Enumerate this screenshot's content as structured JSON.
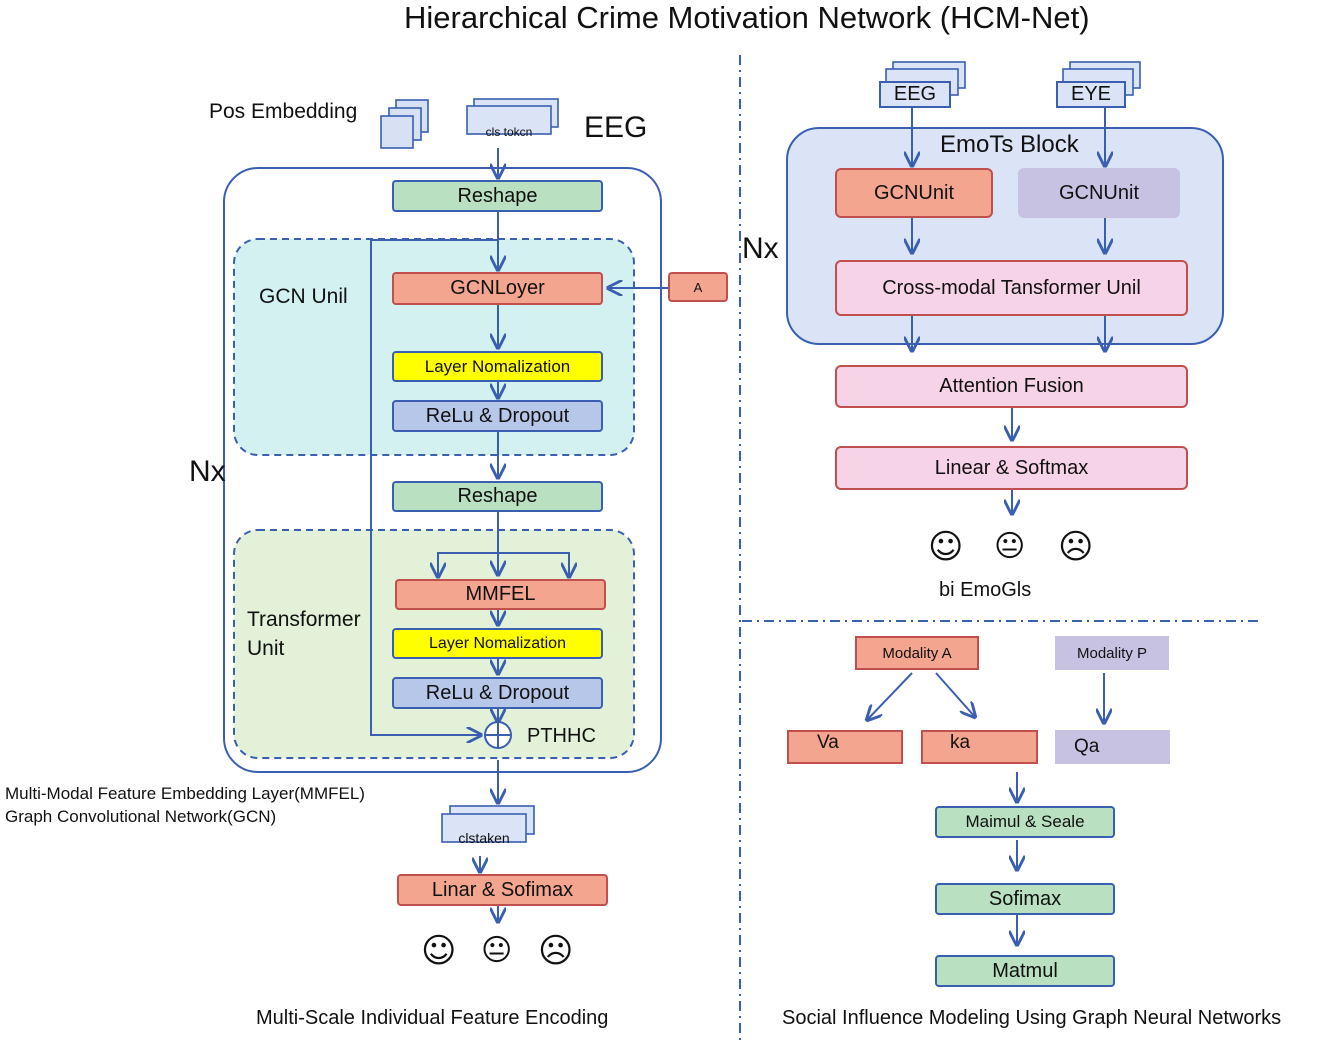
{
  "title": "Hierarchical Crime Motivation Network (HCM-Net)",
  "left": {
    "pos_embedding": "Pos Embedding",
    "cls_token": "cls tokcn",
    "eeg": "EEG",
    "reshape_top": "Reshape",
    "gcn_unit": "GCN Unil",
    "gcn_layer": "GCNLoyer",
    "adj": "A",
    "layer_norm_1": "Layer Nomalization",
    "relu_1": "ReLu & Dropout",
    "nx": "Nx",
    "reshape_mid": "Reshape",
    "transformer_unit_1": "Transformer",
    "transformer_unit_2": "Unit",
    "mmfel": "MMFEL",
    "layer_norm_2": "Layer Nomalization",
    "relu_2": "ReLu & Dropout",
    "pthhc": "PTHHC",
    "legend_1": "Multi-Modal Feature Embedding Layer(MMFEL)",
    "legend_2": "Graph Convolutional Network(GCN)",
    "clstaken": "clstaken",
    "linear_softmax": "Linar & Sofimax",
    "faces": [
      "☺",
      "😐",
      "☹"
    ],
    "caption": "Multi-Scale Individual Feature Encoding"
  },
  "right_top": {
    "eeg": "EEG",
    "eye": "EYE",
    "block": "EmoTs Block",
    "gcn_unit_1": "GCNUnit",
    "gcn_unit_2": "GCNUnit",
    "nx": "Nx",
    "cross_modal": "Cross-modal Tansformer Unil",
    "attention_fusion": "Attention Fusion",
    "linear_softmax": "Linear & Softmax",
    "faces": [
      "☺",
      "😐",
      "☹"
    ],
    "emoglis": "bi EmoGls"
  },
  "right_bottom": {
    "modality_a": "Modality A",
    "modality_p": "Modality P",
    "va": "Va",
    "ka": "ka",
    "qa": "Qa",
    "matmul_scale": "Maimul & Seale",
    "softmax": "Sofimax",
    "matmul": "Matmul",
    "caption": "Social Influence Modeling Using Graph Neural Networks"
  },
  "colors": {
    "line": "#3a5fb0",
    "green": "#b9e0c0",
    "salmon": "#f4a58f",
    "yellow": "#ffff00",
    "blue": "#b7c7ea",
    "pink": "#f6d3e6",
    "lavender": "#c8c2e2",
    "cyan_region": "#d3f1f1",
    "green_region": "#e2f1d8"
  }
}
